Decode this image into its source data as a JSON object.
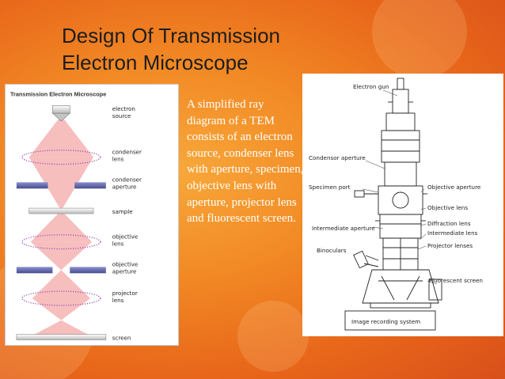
{
  "slide": {
    "title_line1": "Design Of Transmission",
    "title_line2": "Electron Microscope",
    "description": "A simplified ray diagram of a TEM consists of an electron source, condenser lens with aperture, specimen, objective lens with aperture, projector lens and fluorescent screen."
  },
  "ray_diagram": {
    "heading": "Transmission Electron Microscope",
    "labels": {
      "electron_source": [
        "electron",
        "source"
      ],
      "condenser_lens": [
        "condenser",
        "lens"
      ],
      "condenser_aperture": [
        "condenser",
        "aperture"
      ],
      "sample": [
        "sample"
      ],
      "objective_lens": [
        "objective",
        "lens"
      ],
      "objective_aperture": [
        "objective",
        "aperture"
      ],
      "projector_lens": [
        "projector",
        "lens"
      ],
      "screen": [
        "screen"
      ]
    }
  },
  "microscope_drawing": {
    "labels": {
      "electron_gun": "Electron gun",
      "condensor_aperture": "Condensor aperture",
      "specimen_port": "Specimen port",
      "objective_aperture": "Objective aperture",
      "objective_lens": "Objective lens",
      "intermediate_aperture": "Intermediate aperture",
      "diffraction_lens": "Diffraction lens",
      "intermediate_lens": "Intermediate lens",
      "binoculars": "Binoculars",
      "projector_lenses": "Projector lenses",
      "fluorescent_screen": "Fluorescent screen",
      "image_recording_system": "Image recording system"
    }
  },
  "colors": {
    "background": "#f28a25",
    "title_text": "#1d1d1d",
    "body_text": "#ffffff",
    "ray": "#f5b5b5",
    "lens_dots": "#9a52b8",
    "aperture_plate": "#5e63a8"
  }
}
